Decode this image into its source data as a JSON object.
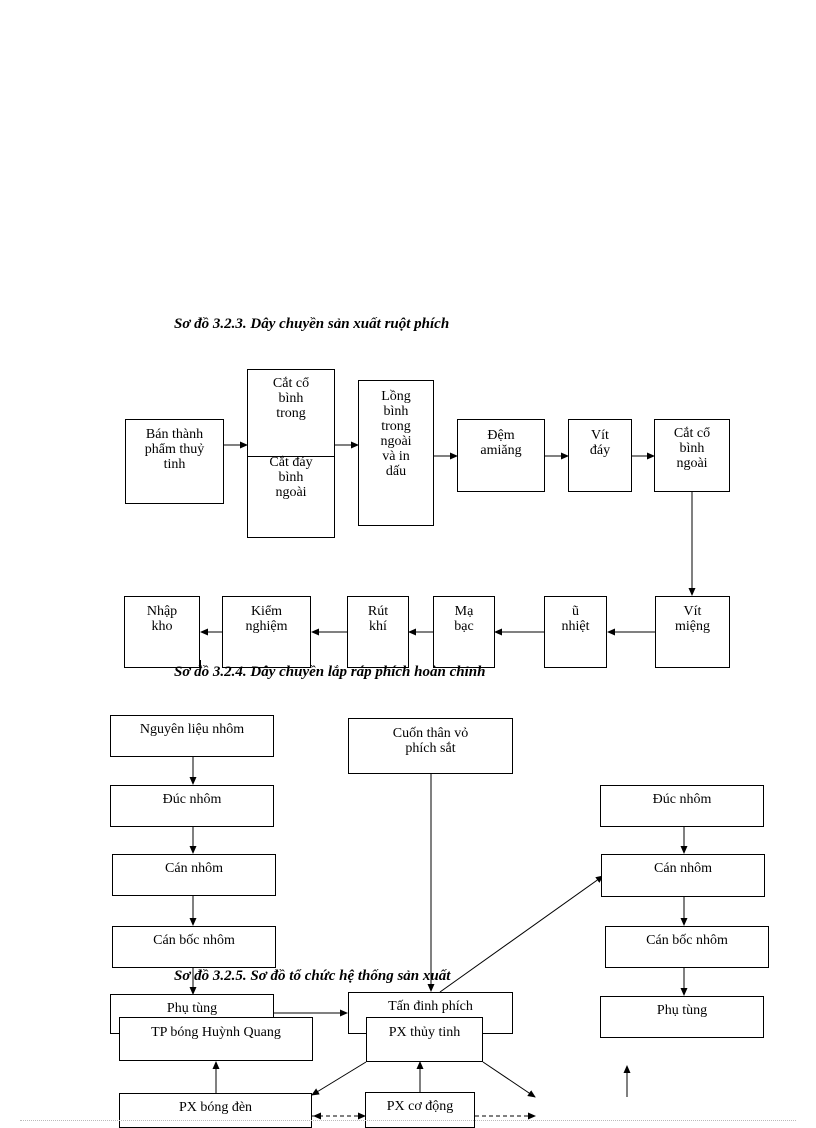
{
  "diagram1": {
    "caption": "Sơ đồ 3.2.3. Dây chuyền sản xuất ruột phích",
    "boxes": {
      "ban_thanh_pham": "Bán thành\nphẩm thuỷ\ntinh",
      "cat_co_binh_trong": "Cắt cổ\nbình\ntrong",
      "cat_day_binh_ngoai": "Cắt đáy\nbình\nngoài",
      "long_binh": "Lồng\nbình\ntrong\nngoài\nvà in\ndấu",
      "dem_amiang": "Đệm\namiăng",
      "vit_day": "Vít\nđáy",
      "cat_co_binh_ngoai": "Cắt cổ\nbình\nngoài",
      "vit_mieng": "Vít\nmiệng",
      "u_nhiet": "ũ\nnhiệt",
      "ma_bac": "Mạ\nbạc",
      "rut_khi": "Rút\nkhí",
      "kiem_nghiem": "Kiểm\nnghiệm",
      "nhap_kho": "Nhập\nkho"
    }
  },
  "diagram2": {
    "caption": "Sơ đồ 3.2.4. Dây chuyền lắp ráp phích hoàn chỉnh",
    "boxes": {
      "nguyen_lieu_nhom": "Nguyên liệu nhôm",
      "duc_nhom_left": "Đúc nhôm",
      "can_nhom_left": "Cán nhôm",
      "can_boc_nhom_left": "Cán bốc   nhôm",
      "phu_tung_left": "Phụ tùng",
      "cuon_than": "Cuốn thân vỏ\nphích sắt",
      "tan_dinh_phich": "Tấn đinh phích",
      "duc_nhom_right": "Đúc nhôm",
      "can_nhom_right": "Cán nhôm",
      "can_boc_nhom_right": "Cán bốc   nhôm",
      "phu_tung_right": "Phụ tùng"
    }
  },
  "diagram3": {
    "caption": "Sơ đồ 3.2.5. Sơ đồ tổ chức hệ thống sản xuất",
    "boxes": {
      "tp_bong_huynh_quang": "TP bóng Huỳnh Quang",
      "px_thuy_tinh": "PX thủy tinh",
      "px_bong_den": "PX bóng đèn",
      "px_co_dong": "PX cơ động"
    }
  }
}
